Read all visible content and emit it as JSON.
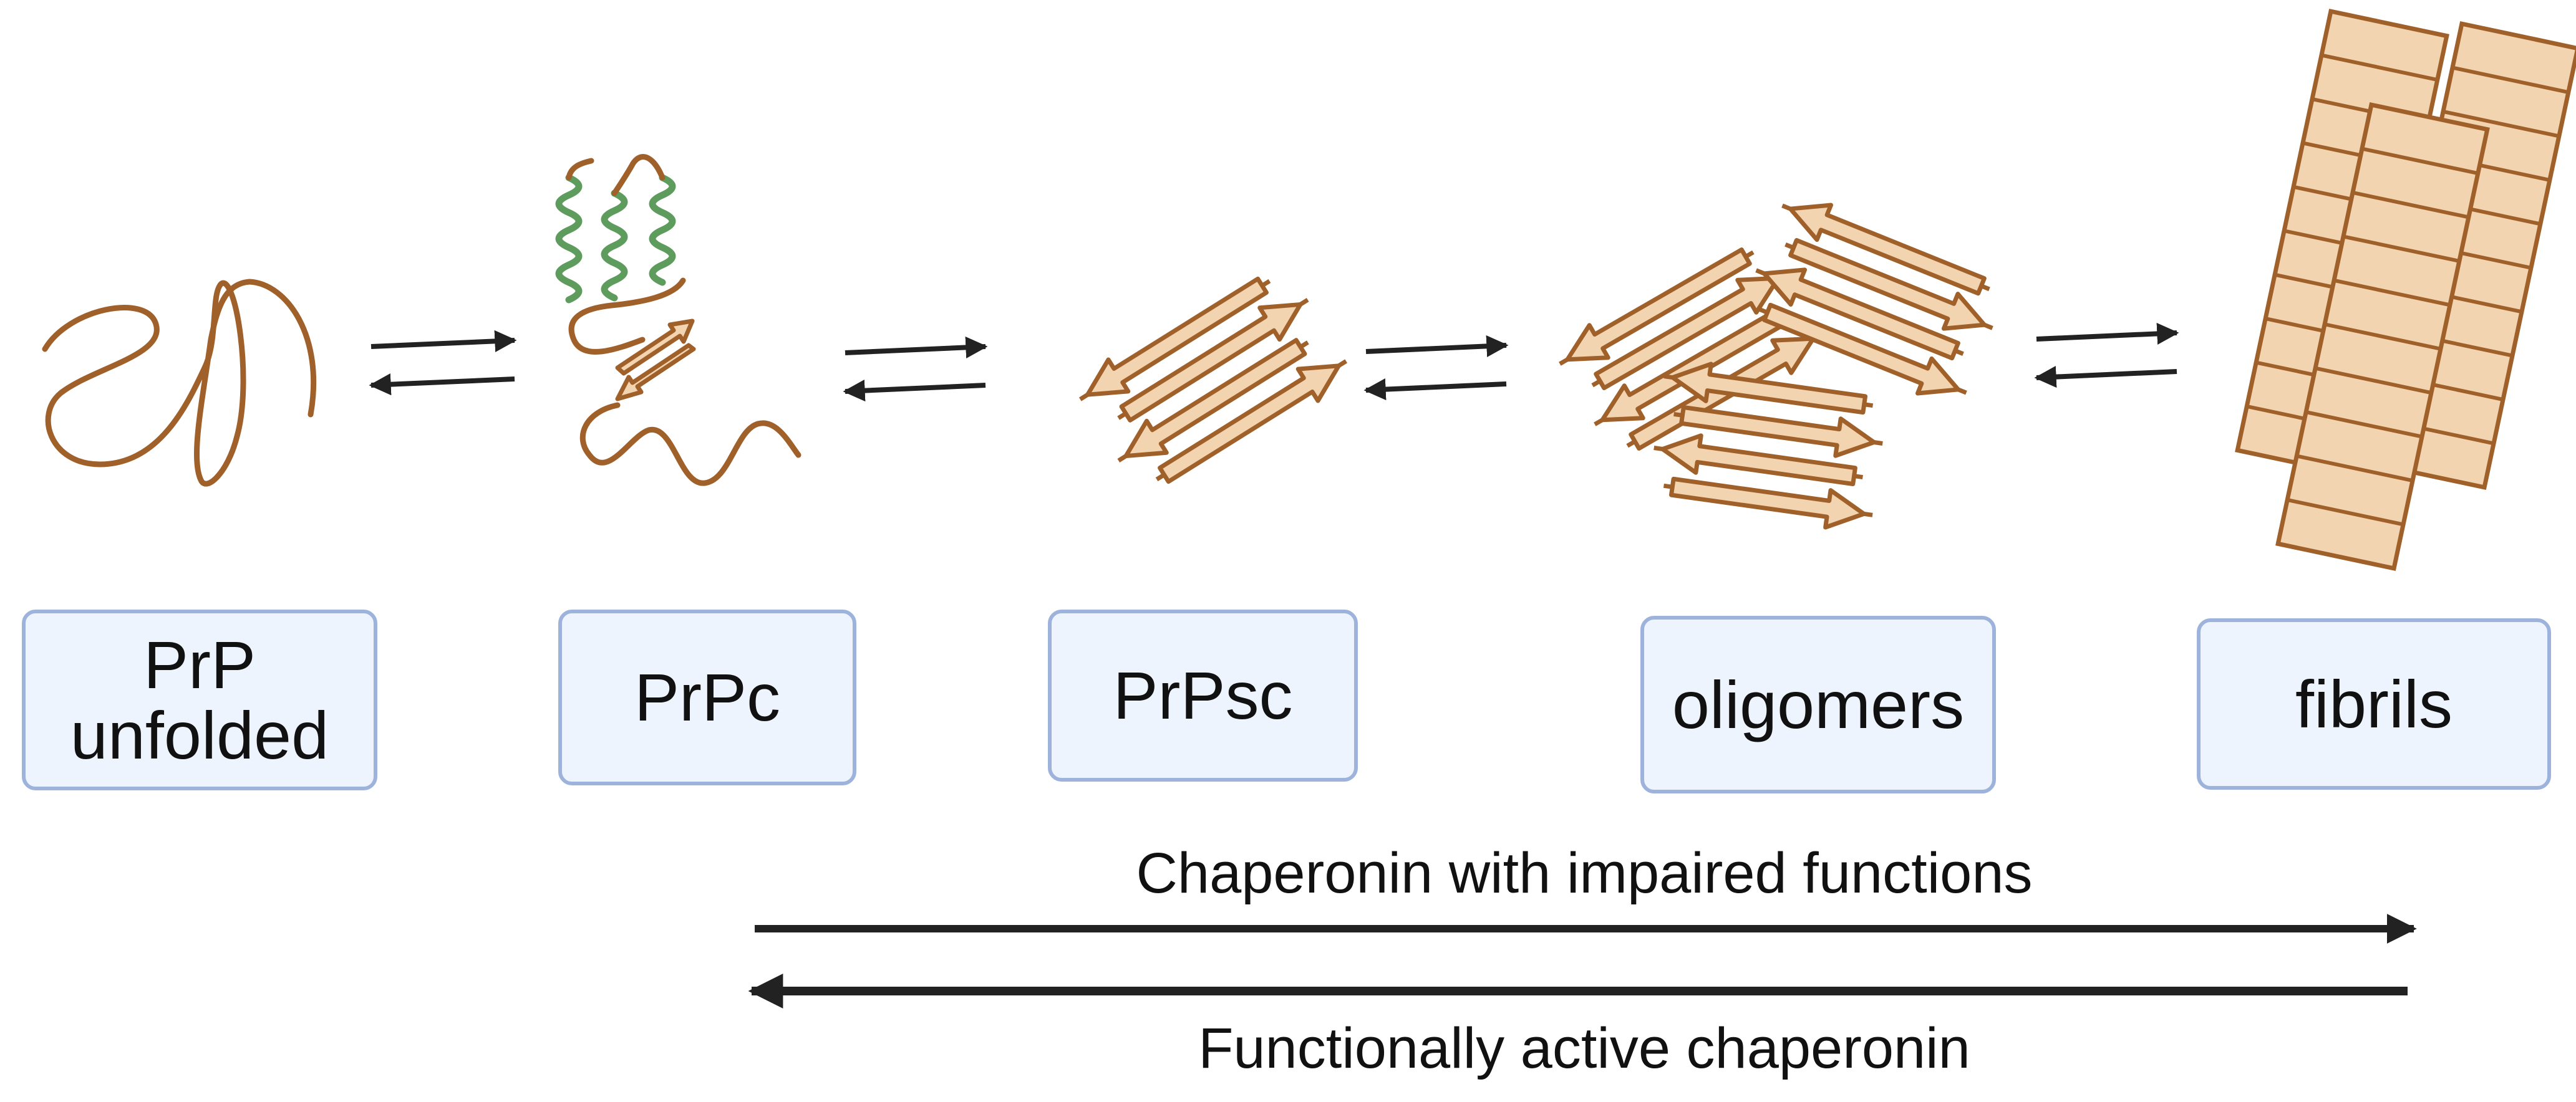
{
  "stages": [
    {
      "id": "unfolded",
      "line1": "PrP",
      "line2": "unfolded"
    },
    {
      "id": "prpc",
      "line1": "PrPc",
      "line2": ""
    },
    {
      "id": "prpsc",
      "line1": "PrPsc",
      "line2": ""
    },
    {
      "id": "oligomers",
      "line1": "oligomers",
      "line2": ""
    },
    {
      "id": "fibrils",
      "line1": "fibrils",
      "line2": ""
    }
  ],
  "pathway": {
    "forward_label": "Chaperonin with impaired functions",
    "reverse_label": "Functionally active chaperonin"
  },
  "colors": {
    "chain": "#a0602a",
    "strand_fill": "#f3d4b0",
    "helix": "#5e9c5e",
    "arrow": "#222222",
    "box_fill": "#eef4fd",
    "box_border": "#9db3dc"
  },
  "icons": {
    "equilibrium": "double-arrow-icon",
    "coil": "random-coil-icon",
    "helix": "alpha-helix-icon",
    "strand": "beta-strand-icon",
    "fibril": "fibril-icon"
  }
}
